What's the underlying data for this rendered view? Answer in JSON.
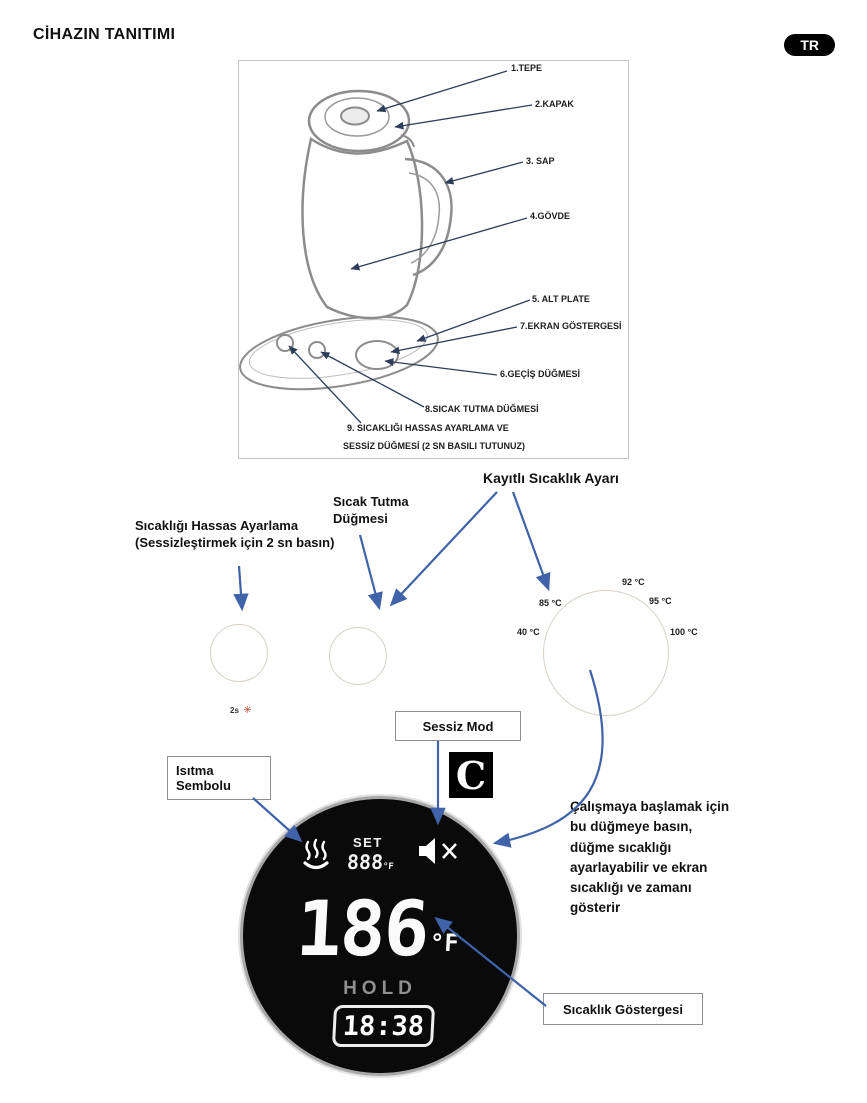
{
  "page": {
    "title": "CİHAZIN TANITIMI",
    "lang_badge": "TR"
  },
  "diagram": {
    "labels": [
      "1.TEPE",
      "2.KAPAK",
      "3. SAP",
      "4.GÖVDE",
      "5. ALT PLATE",
      "7.EKRAN GÖSTERGESİ",
      "6.GEÇİŞ DÜĞMESİ",
      "8.SICAK TUTMA DÜĞMESİ",
      "9. SICAKLIĞI HASSAS AYARLAMA VE",
      "SESSİZ DÜĞMESİ (2 SN BASILI TUTUNUZ)"
    ]
  },
  "annotations": {
    "fine_adjust_line1": "Sıcaklığı Hassas Ayarlama",
    "fine_adjust_line2": "(Sessizleştirmek için 2 sn basın)",
    "keep_warm_line1": "Sıcak Tutma",
    "keep_warm_line2": "Düğmesi",
    "saved_temp": "Kayıtlı Sıcaklık Ayarı",
    "silent_mode": "Sessiz Mod",
    "heating_line1": "Isıtma",
    "heating_line2": "Sembolu",
    "c_label": "C",
    "hold_2s": "2s",
    "hold_2s_icon": "✳",
    "start_description": "Çalışmaya başlamak için bu düğmeye basın, düğme sıcaklığı ayarlayabilir ve ekran sıcaklığı ve zamanı gösterir",
    "temp_indicator": "Sıcaklık Göstergesi"
  },
  "dial": {
    "temps": [
      "92 °C",
      "85 °C",
      "95 °C",
      "40 °C",
      "100 °C"
    ]
  },
  "display": {
    "set_label": "SET",
    "set_value": "888",
    "set_unit": "°F",
    "temp_value": "186",
    "temp_unit": "°F",
    "hold_label": "HOLD",
    "time": "18:38"
  },
  "colors": {
    "arrow_blue": "#3f62a8",
    "display_bg": "#0a0a0a",
    "badge_bg": "#000000",
    "accent_red": "#c23b22"
  }
}
